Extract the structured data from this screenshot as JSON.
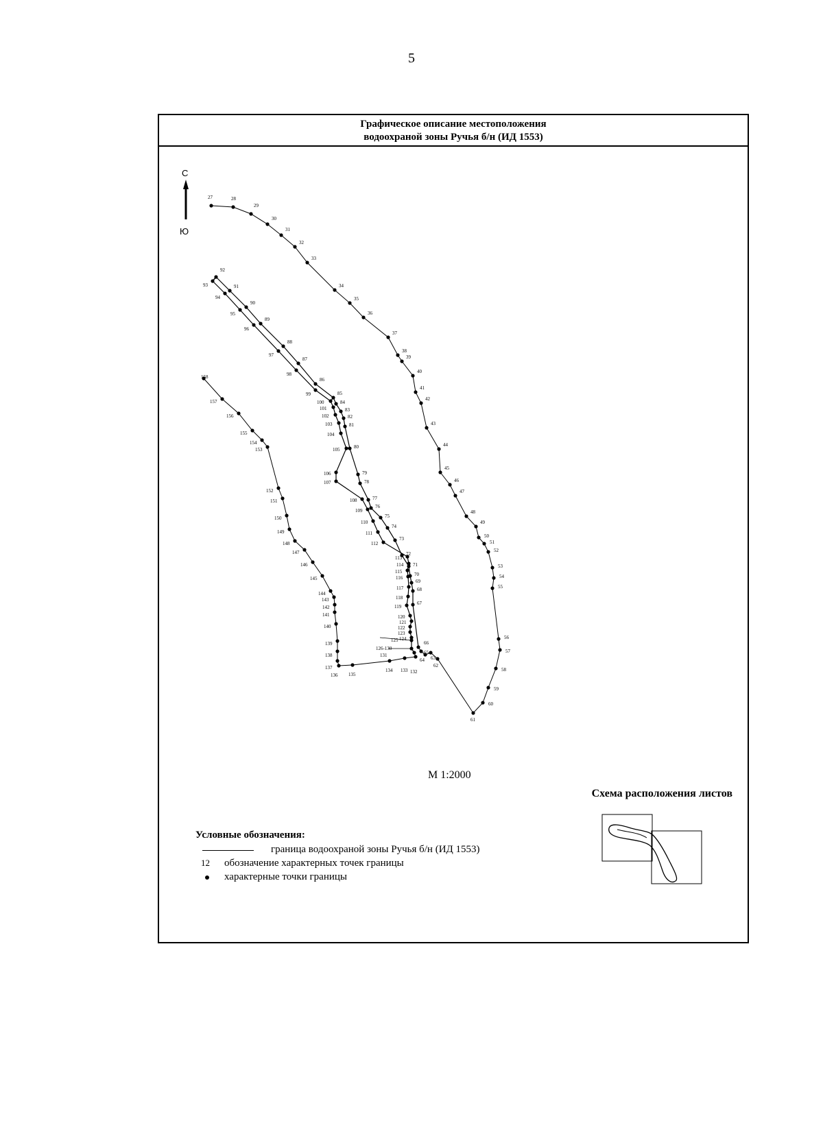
{
  "page": {
    "number": "5"
  },
  "frame": {
    "title_line1": "Графическое описание местоположения",
    "title_line2": "водоохраной зоны Ручья б/н (ИД 1553)"
  },
  "north_arrow": {
    "north_label": "С",
    "south_label": "Ю"
  },
  "map": {
    "scale": "М 1:2000",
    "boundary_outer": [
      "27",
      "28",
      "29",
      "30",
      "31",
      "32",
      "33",
      "34",
      "35",
      "36",
      "37",
      "38",
      "39",
      "40",
      "41",
      "42",
      "43",
      "44",
      "45",
      "46",
      "47",
      "48",
      "49",
      "50",
      "51",
      "52",
      "53",
      "54",
      "55",
      "56",
      "57",
      "58",
      "59",
      "60",
      "61",
      "62",
      "63",
      "64",
      "65",
      "66"
    ],
    "boundary_east_channel": [
      "67",
      "68",
      "69",
      "70",
      "71",
      "72",
      "73",
      "74",
      "75",
      "76",
      "77",
      "78",
      "79",
      "80",
      "81",
      "82",
      "83",
      "84",
      "85",
      "86",
      "87",
      "88",
      "89",
      "90",
      "91",
      "92"
    ],
    "boundary_west_channel": [
      "93",
      "94",
      "95",
      "96",
      "97",
      "98",
      "99",
      "100",
      "101",
      "102",
      "103",
      "104",
      "105",
      "106",
      "107",
      "108",
      "109",
      "110",
      "111",
      "112",
      "113",
      "114",
      "115",
      "116",
      "117",
      "118",
      "119",
      "120",
      "121",
      "122",
      "123",
      "124",
      "125",
      "126-130"
    ],
    "boundary_south_west": [
      "131",
      "132",
      "133",
      "134",
      "135",
      "136",
      "137",
      "138",
      "139",
      "140",
      "141",
      "142",
      "143",
      "144",
      "145",
      "146",
      "147",
      "148",
      "149",
      "150",
      "151",
      "152",
      "153",
      "154",
      "155",
      "156",
      "157",
      "158"
    ]
  },
  "sheet_scheme": {
    "title": "Схема расположения листов"
  },
  "legend": {
    "title": "Условные обозначения:",
    "items": [
      {
        "sample": "",
        "text": "граница водоохраной зоны Ручья б/н (ИД 1553)"
      },
      {
        "sample": "12",
        "text": "обозначение характерных точек границы"
      },
      {
        "sample": "●",
        "text": "характерные точки границы"
      }
    ]
  }
}
